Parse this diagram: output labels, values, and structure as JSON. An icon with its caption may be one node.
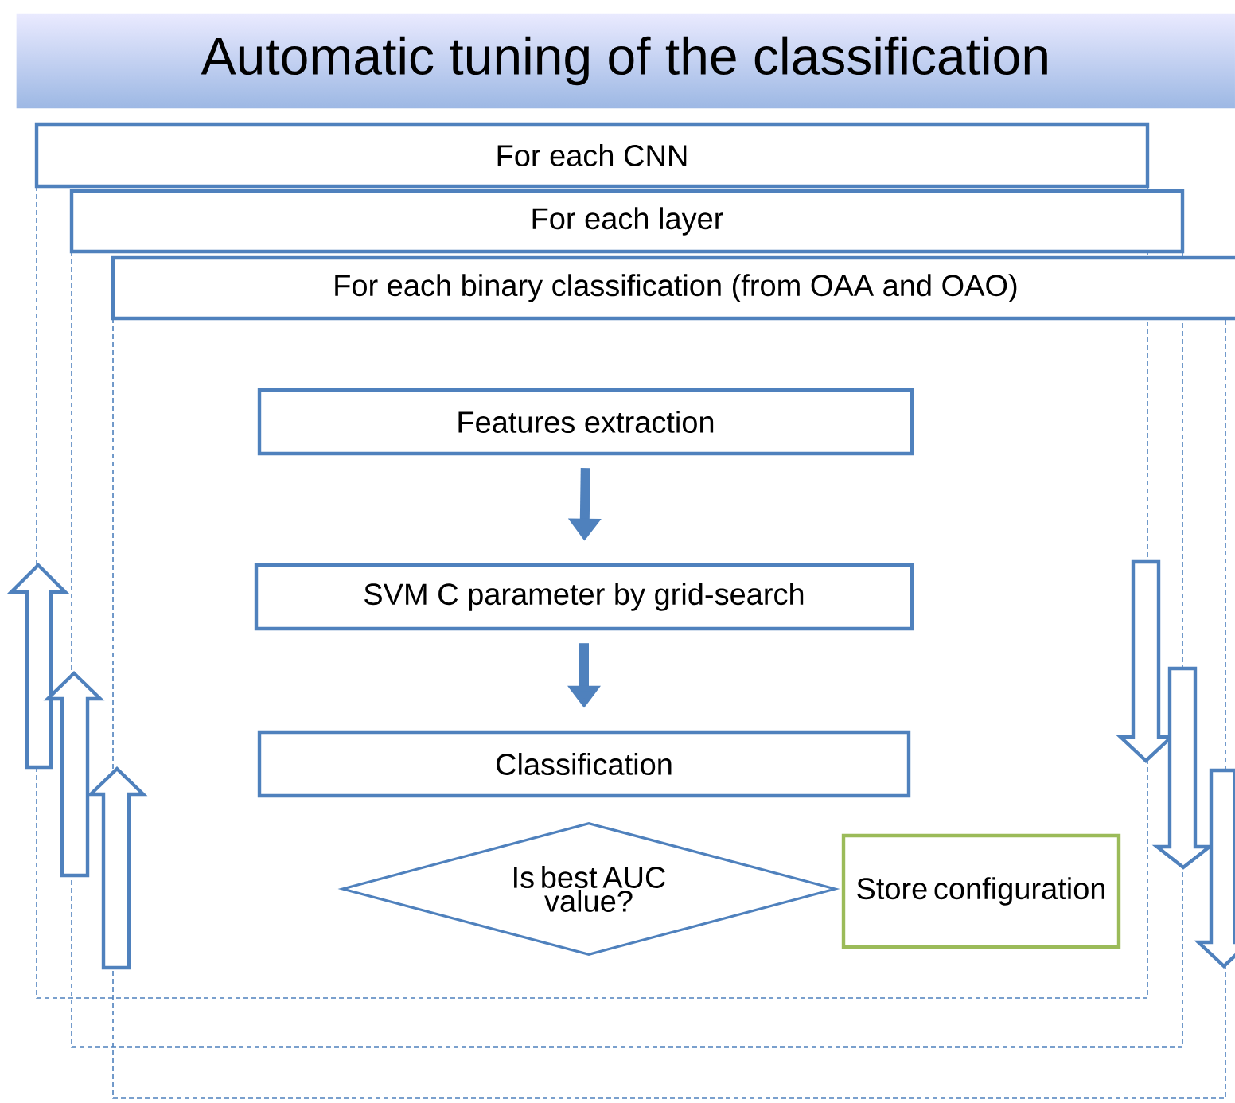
{
  "diagram": {
    "title": "Automatic tuning of the classification",
    "nodes": [
      {
        "text": [
          "For each CNN"
        ]
      },
      {
        "text": [
          "For each layer"
        ]
      },
      {
        "text": [
          "For each binary classification (from OAA and OAO)"
        ]
      },
      {
        "text": [
          "Features extraction"
        ]
      },
      {
        "text": [
          "SVM C parameter by grid-search"
        ]
      },
      {
        "text": [
          "Classification"
        ]
      },
      {
        "text": [
          "Is best AUC value?"
        ]
      },
      {
        "text": [
          "Store configuration"
        ]
      }
    ],
    "edges": [
      {
        "from": 3,
        "to": 4,
        "arrow": "to"
      },
      {
        "from": 4,
        "to": 5,
        "arrow": "to"
      }
    ]
  }
}
